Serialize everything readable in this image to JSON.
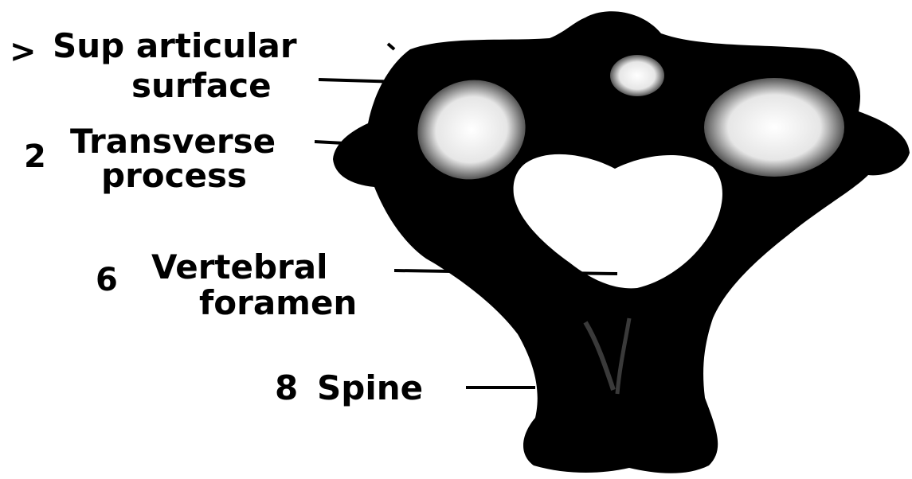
{
  "figure": {
    "labels": {
      "sup_articular_surface": {
        "prefix": ">",
        "line1": "Sup articular",
        "line2": "surface"
      },
      "transverse_process": {
        "prefix": "2",
        "line1": "Transverse",
        "line2": "process"
      },
      "vertebral_foramen": {
        "prefix": "6",
        "line1": "Vertebral",
        "line2": "foramen"
      },
      "spine": {
        "prefix": "8",
        "line1": "Spine"
      }
    }
  },
  "colors": {
    "ink": "#000000",
    "paper": "#ffffff",
    "highlight": "#f2f2f2"
  }
}
